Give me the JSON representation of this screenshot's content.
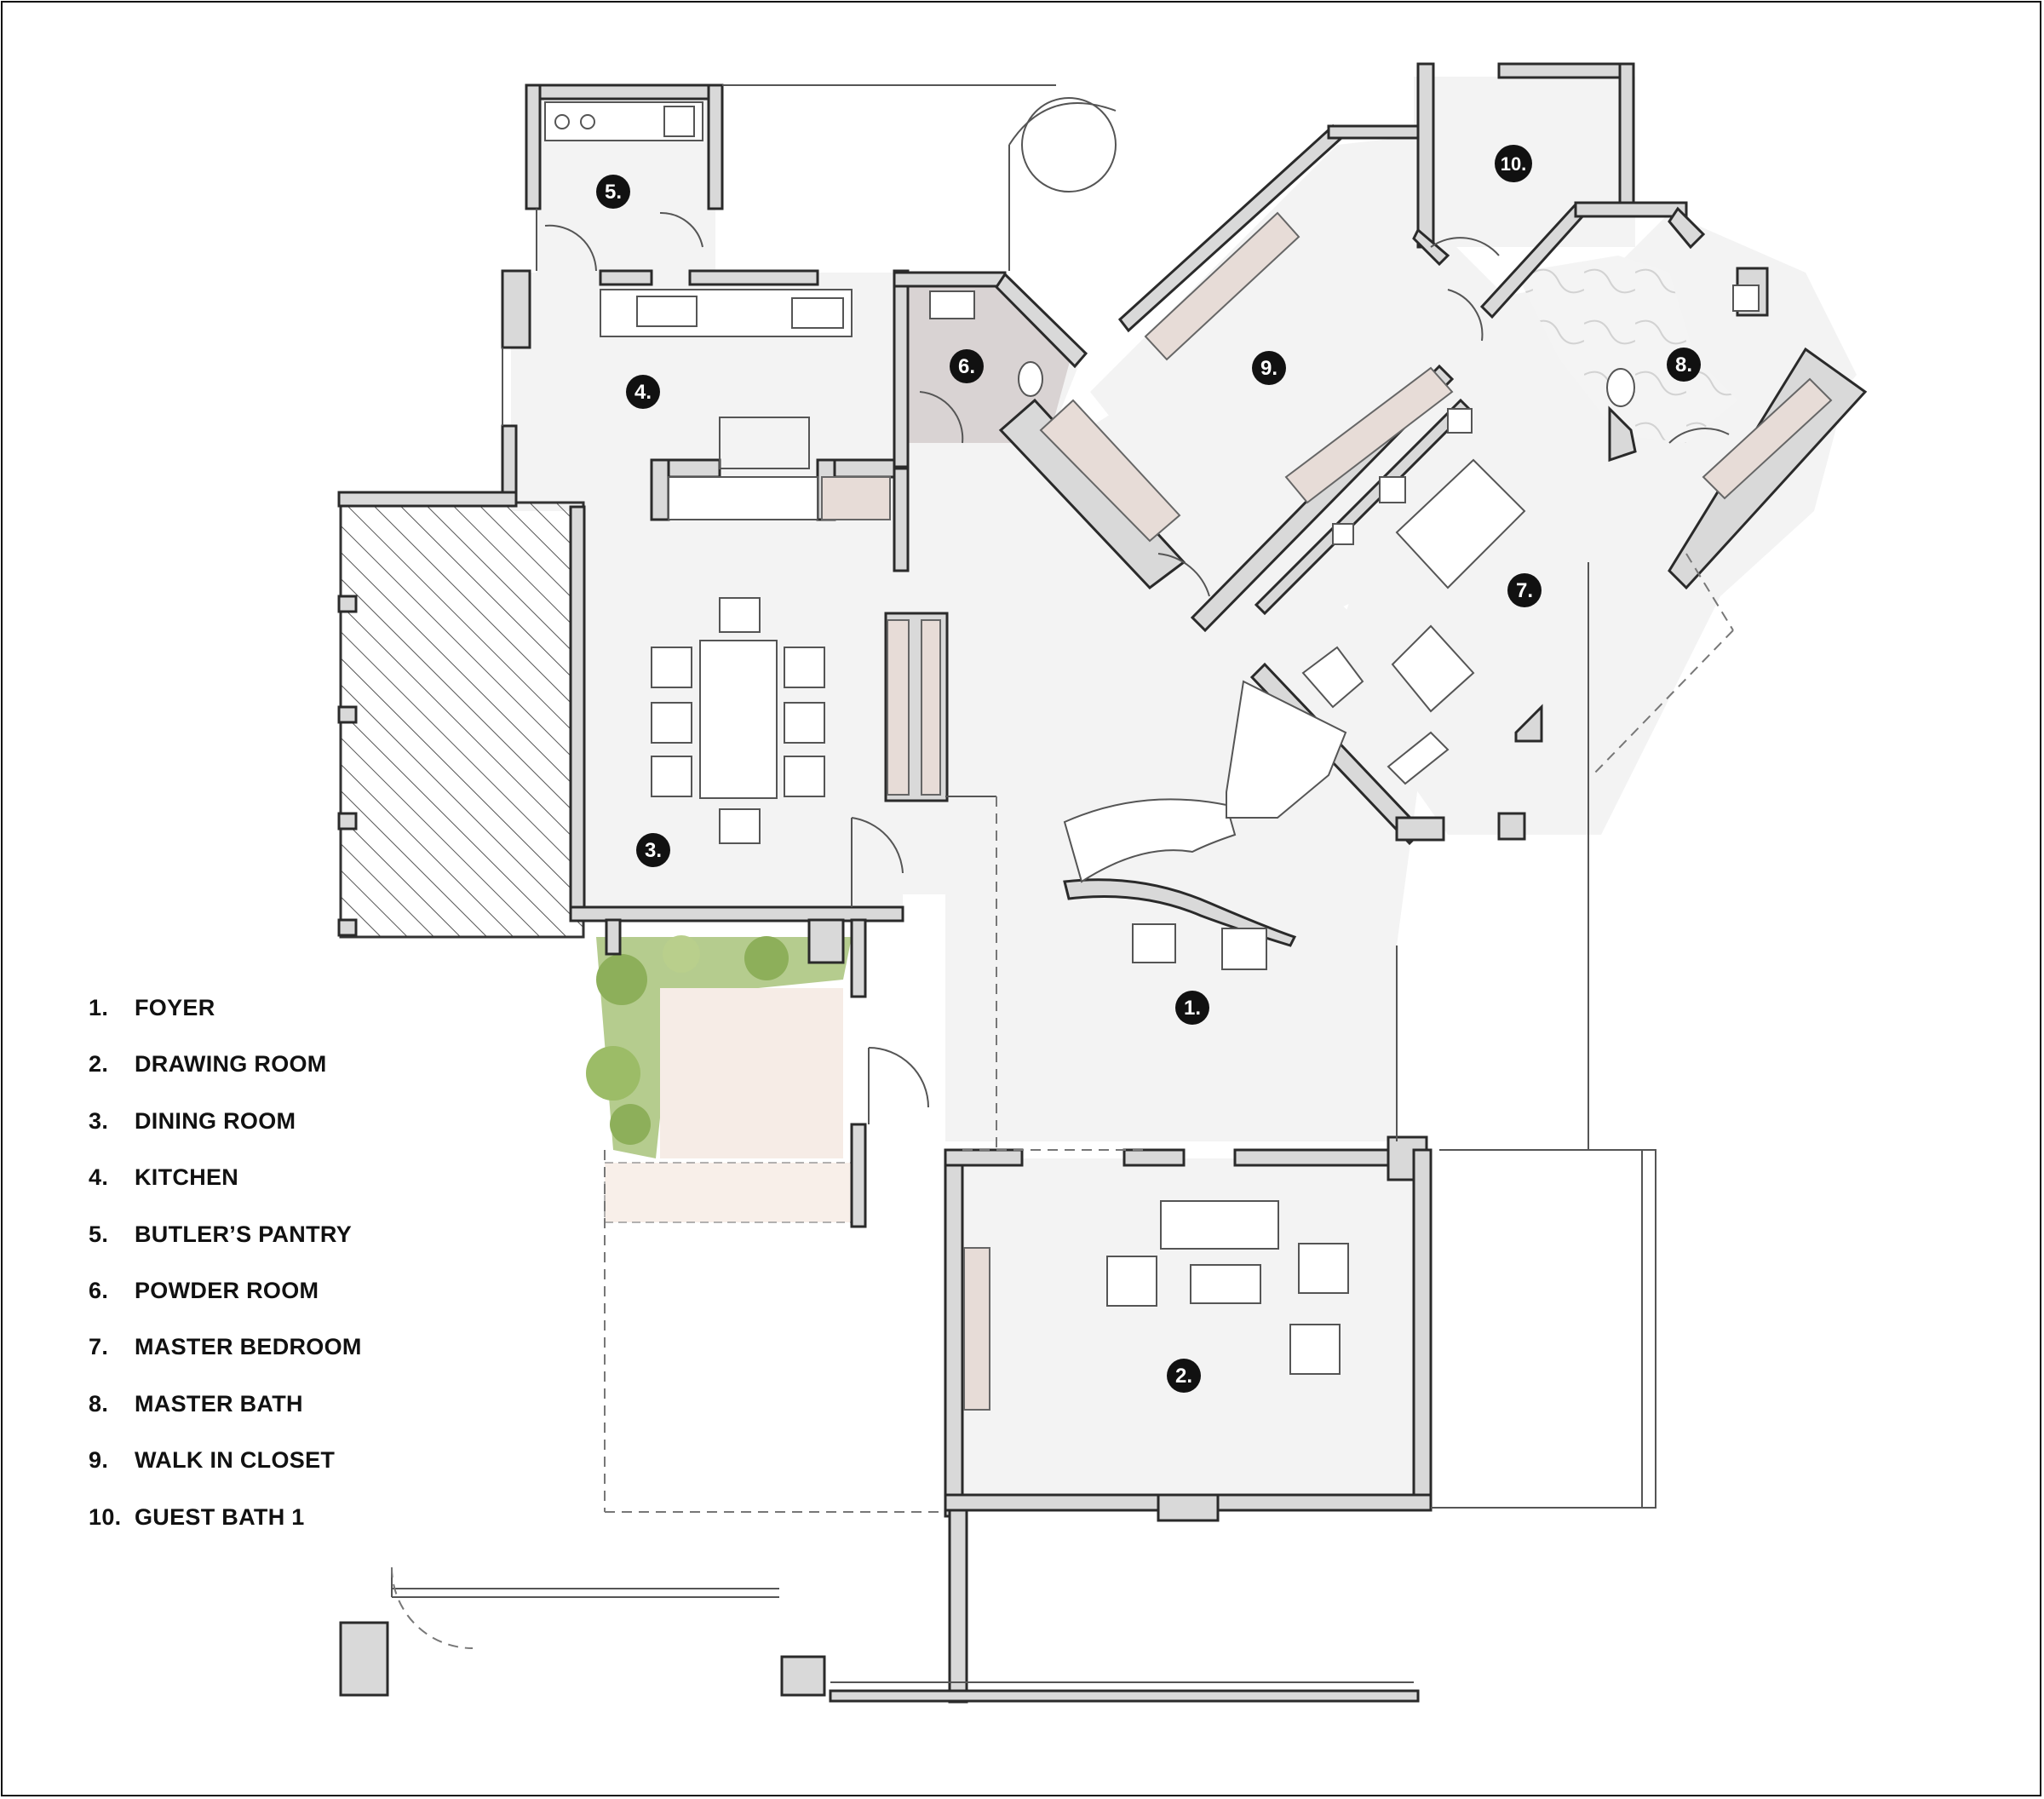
{
  "rooms": [
    {
      "num": "1.",
      "label": "FOYER"
    },
    {
      "num": "2.",
      "label": "DRAWING ROOM"
    },
    {
      "num": "3.",
      "label": "DINING ROOM"
    },
    {
      "num": "4.",
      "label": "KITCHEN"
    },
    {
      "num": "5.",
      "label": "BUTLER’S PANTRY"
    },
    {
      "num": "6.",
      "label": "POWDER ROOM"
    },
    {
      "num": "7.",
      "label": "MASTER BEDROOM"
    },
    {
      "num": "8.",
      "label": "MASTER BATH"
    },
    {
      "num": "9.",
      "label": "WALK IN CLOSET"
    },
    {
      "num": "10.",
      "label": "GUEST BATH 1"
    }
  ],
  "colors": {
    "wall_fill": "#d9d9d9",
    "floor": "#f3f3f3",
    "cabinetry": "#e7dcd7",
    "marker": "#111111",
    "garden_green": "#9fbf6a"
  }
}
